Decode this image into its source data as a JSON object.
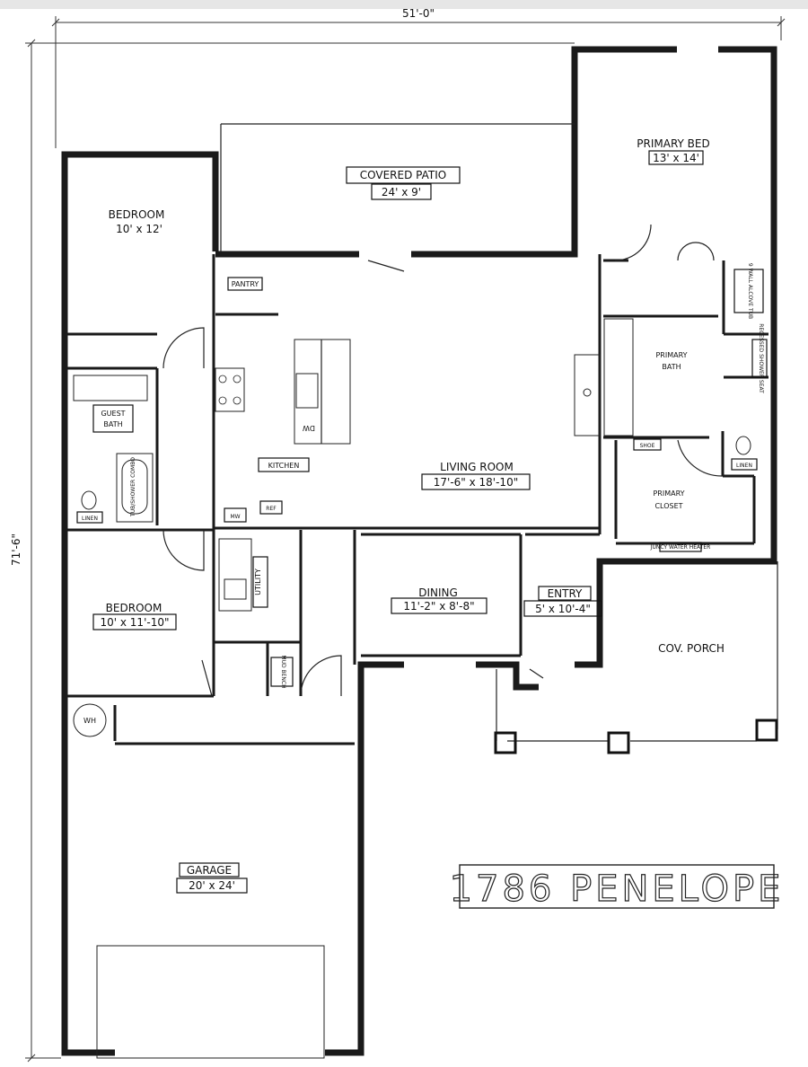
{
  "dimensions": {
    "width": "51'-0\"",
    "depth": "71'-6\""
  },
  "title": "1786 PENELOPE",
  "rooms": {
    "primary_bed": {
      "name": "PRIMARY BED",
      "size": "13' x 14'"
    },
    "covered_patio": {
      "name": "COVERED PATIO",
      "size": "24' x 9'"
    },
    "bedroom_1": {
      "name": "BEDROOM",
      "size": "10' x 12'"
    },
    "pantry": {
      "name": "PANTRY"
    },
    "guest_bath": {
      "name_line1": "GUEST",
      "name_line2": "BATH"
    },
    "linen_guest": {
      "name": "LINEN"
    },
    "kitchen": {
      "name": "KITCHEN"
    },
    "living_room": {
      "name": "LIVING ROOM",
      "size": "17'-6\" x 18'-10\""
    },
    "primary_bath": {
      "name_line1": "PRIMARY",
      "name_line2": "BATH"
    },
    "shoe": {
      "name": "SHOE"
    },
    "primary_closet": {
      "name_line1": "PRIMARY",
      "name_line2": "CLOSET"
    },
    "linen_primary": {
      "name": "LINEN"
    },
    "bedroom_2": {
      "name": "BEDROOM",
      "size": "10' x 11'-10\""
    },
    "utility": {
      "name": "UTILITY"
    },
    "mud_bench": {
      "name": "MUD BENCH"
    },
    "dining": {
      "name": "DINING",
      "size": "11'-2\" x 8'-8\""
    },
    "entry": {
      "name": "ENTRY",
      "size": "5' x 10'-4\""
    },
    "cov_porch": {
      "name": "COV. PORCH"
    },
    "garage": {
      "name": "GARAGE",
      "size": "20' x 24'"
    },
    "wh": {
      "name": "WH"
    }
  },
  "fixtures": {
    "mw": "MW",
    "ref": "REF",
    "dw": "DW",
    "tub_shower": "TUB/SHOWER COMBO",
    "free_tub": "9 WALL ALCOVE TUB",
    "shower": "RECESSED SHOWER SEAT",
    "water_heater_note": "JUNCY WATER HEATER"
  }
}
